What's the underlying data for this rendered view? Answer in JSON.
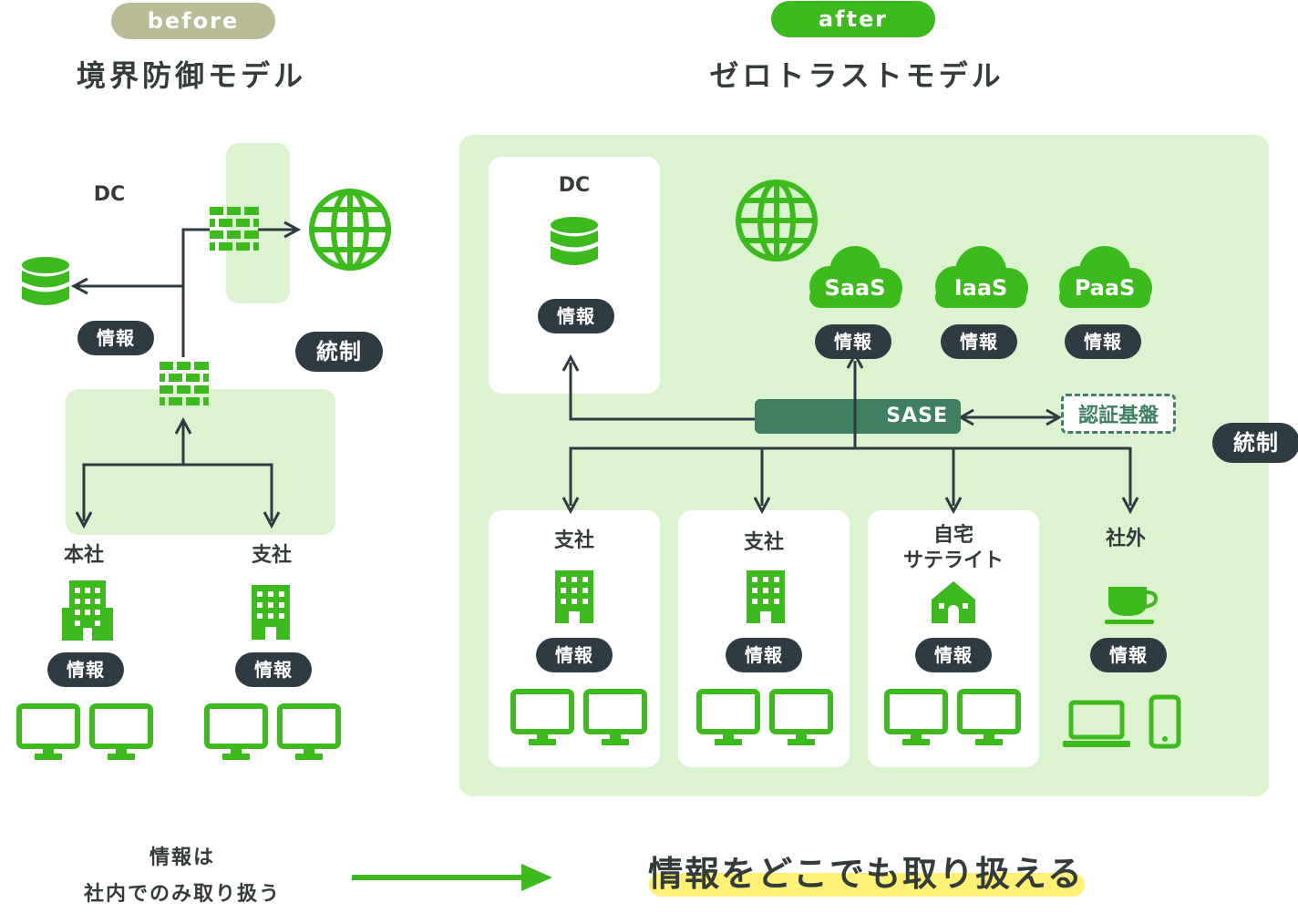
{
  "before": {
    "tag": "before",
    "title": "境界防御モデル",
    "dc_label": "DC",
    "dc_info": "情報",
    "governance": "統制",
    "sites": [
      {
        "label": "本社",
        "info": "情報"
      },
      {
        "label": "支社",
        "info": "情報"
      }
    ]
  },
  "after": {
    "tag": "after",
    "title": "ゼロトラストモデル",
    "dc_label": "DC",
    "dc_info": "情報",
    "clouds": [
      {
        "label": "SaaS",
        "info": "情報"
      },
      {
        "label": "IaaS",
        "info": "情報"
      },
      {
        "label": "PaaS",
        "info": "情報"
      }
    ],
    "sase": "SASE",
    "auth": "認証基盤",
    "governance": "統制",
    "sites": [
      {
        "label": "支社",
        "info": "情報"
      },
      {
        "label": "支社",
        "info": "情報"
      },
      {
        "label": "自宅\nサテライト",
        "info": "情報"
      },
      {
        "label": "社外",
        "info": "情報"
      }
    ]
  },
  "footer": {
    "left_line1": "情報は",
    "left_line2": "社内でのみ取り扱う",
    "right": "情報をどこでも取り扱える"
  },
  "colors": {
    "green": "#3dba1e",
    "light_green": "#dbf4cf",
    "dark": "#2f3b42",
    "sase": "#3f7f62",
    "before_tag": "#b9bc97",
    "highlight": "#fff176"
  }
}
